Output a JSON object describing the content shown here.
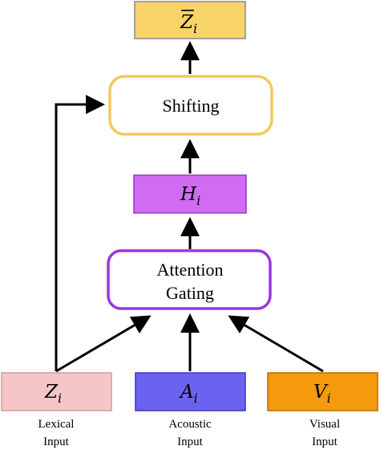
{
  "colors": {
    "output_fill": "#f8d36a",
    "output_stroke": "#8a8a8a",
    "shifting_stroke": "#f2c95a",
    "hidden_fill": "#d16bf2",
    "hidden_stroke": "#8f3bc0",
    "gating_stroke": "#9b35e0",
    "lexical_fill": "#f5c6c6",
    "lexical_stroke": "#d79a9a",
    "acoustic_fill": "#6a63f0",
    "acoustic_stroke": "#3b36b8",
    "visual_fill": "#f59a0d",
    "visual_stroke": "#b96d00",
    "arrow": "#000000"
  },
  "output": {
    "symbol": "Z",
    "subscript": "i"
  },
  "shifting": {
    "label": "Shifting"
  },
  "hidden": {
    "symbol": "H",
    "subscript": "i"
  },
  "gating": {
    "line1": "Attention",
    "line2": "Gating"
  },
  "inputs": {
    "lexical": {
      "symbol": "Z",
      "subscript": "i",
      "caption_line1": "Lexical",
      "caption_line2": "Input"
    },
    "acoustic": {
      "symbol": "A",
      "subscript": "i",
      "caption_line1": "Acoustic",
      "caption_line2": "Input"
    },
    "visual": {
      "symbol": "V",
      "subscript": "i",
      "caption_line1": "Visual",
      "caption_line2": "Input"
    }
  }
}
